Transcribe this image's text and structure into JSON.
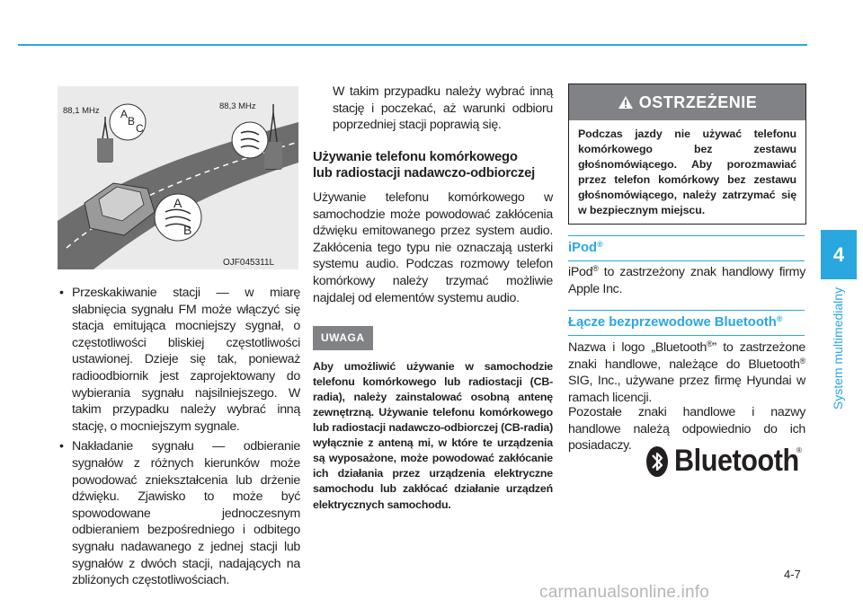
{
  "figure": {
    "freq_left": "88,1 MHz",
    "freq_right": "88,3 MHz",
    "code": "OJF045311L",
    "letters_a": "A",
    "letters_b": "B",
    "letters_c": "C"
  },
  "col1": {
    "bullets": [
      "Przeskakiwanie stacji — w miarę słabnięcia sygnału FM może włączyć się stacja emitująca mocniejszy sygnał, o częstotliwości bliskiej częstotliwości ustawionej. Dzieje się tak, ponieważ radioodbiornik jest zaprojektowany do wybierania sygnału najsilniejszego. W takim przypadku należy wybrać inną stację, o mocniejszym sygnale.",
      "Nakładanie sygnału — odbieranie sygnałów z różnych kierunków może powodować zniekształcenia lub drżenie dźwięku. Zjawisko to może być spowodowane jednoczesnym odbieraniem bezpośredniego i odbitego sygnału nadawanego z jednej stacji lub sygnałów z dwóch stacji, nadających na zbliżonych częstotliwościach."
    ],
    "bullet_char": "•"
  },
  "col2": {
    "continuation": "W takim przypadku należy wybrać inną stację i poczekać, aż warunki odbioru poprzedniej stacji poprawią się.",
    "heading_line1": "Używanie telefonu komórkowego",
    "heading_line2": "lub radiostacji nadawczo-odbiorczej",
    "paragraph": "Używanie telefonu komórkowego w samochodzie może powodować zakłócenia dźwięku emitowanego przez system audio. Zakłócenia tego typu nie oznaczają usterki systemu audio. Podczas rozmowy telefon komórkowy należy trzymać możliwie najdalej od elementów systemu audio.",
    "uwaga_label": "UWAGA",
    "uwaga_text": "Aby umożliwić używanie w samochodzie telefonu komórkowego lub radiostacji (CB-radia), należy zainstalować osobną antenę zewnętrzną. Używanie telefonu komórkowego lub radiostacji nadawczo-odbiorczej (CB-radia) wyłącznie z anteną mi, w które te urządzenia są wyposażone, może powodować zakłócanie ich działania przez urządzenia elektryczne samochodu lub zakłócać działanie urządzeń elektrycznych samochodu."
  },
  "warning": {
    "title": "OSTRZEŻENIE",
    "text": "Podczas jazdy nie używać telefonu komórkowego bez zestawu głośnomówiącego. Aby porozmawiać przez telefon komórkowy bez zestawu głośnomówiącego, należy zatrzymać się w bezpiecznym miejscu."
  },
  "ipod": {
    "heading": "iPod",
    "text_pre": "iPod",
    "text_post": " to zastrzeżony znak handlowy firmy Apple Inc."
  },
  "bluetooth": {
    "heading": "Łącze bezprzewodowe Bluetooth",
    "p1_a": "Nazwa i logo „Bluetooth",
    "p1_b": "” to zastrzeżone znaki handlowe, należące do Bluetooth",
    "p1_c": " SIG, Inc., używane przez firmę Hyundai w ramach licencji.",
    "p2": "Pozostałe znaki handlowe i nazwy handlowe należą odpowiednio do ich posiadaczy.",
    "logo_word": "Bluetooth",
    "registered": "®"
  },
  "side": {
    "chapter_number": "4",
    "chapter_title": "System multimedialny"
  },
  "page_number": "4-7",
  "watermark": "carmanualsonline.info",
  "colors": {
    "accent": "#2aa7df",
    "badge_gray": "#808285"
  }
}
